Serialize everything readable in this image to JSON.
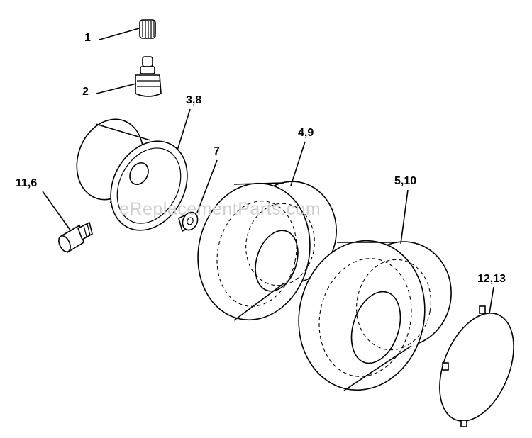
{
  "diagram": {
    "callouts": [
      {
        "id": "c1",
        "text": "1"
      },
      {
        "id": "c2",
        "text": "2"
      },
      {
        "id": "c3",
        "text": "3,8"
      },
      {
        "id": "c4",
        "text": "7"
      },
      {
        "id": "c5",
        "text": "4,9"
      },
      {
        "id": "c6",
        "text": "11,6"
      },
      {
        "id": "c7",
        "text": "5,10"
      },
      {
        "id": "c8",
        "text": "12,13"
      }
    ],
    "watermark": "eReplacementParts.com"
  }
}
